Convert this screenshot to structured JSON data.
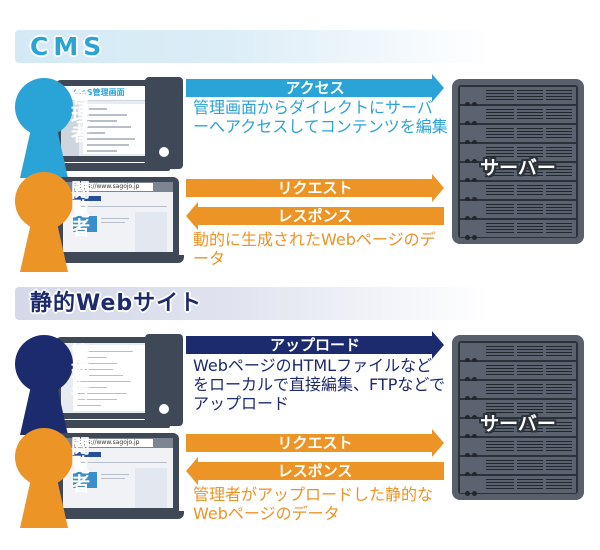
{
  "colors": {
    "cms_blue": "#2aa3d6",
    "navy": "#1c2a6e",
    "orange": "#ec9426",
    "server_gray": "#59606c",
    "device_gray": "#3f4856"
  },
  "sections": [
    {
      "title": "CMS",
      "admin": {
        "label": "管理者",
        "screen_title": "CMS管理画面",
        "arrow_label": "アクセス",
        "description": "管理画面からダイレクトにサーバーへアクセスしてコンテンツを編集"
      },
      "viewer": {
        "label": "閲覧者",
        "url": "https://www.sagojo.jp",
        "request_label": "リクエスト",
        "response_label": "レスポンス",
        "description": "動的に生成されたWebページのデータ"
      },
      "server_label": "サーバー"
    },
    {
      "title": "静的Webサイト",
      "admin": {
        "label": "管理者",
        "arrow_label": "アップロード",
        "description": "WebページのHTMLファイルなどをローカルで直接編集、FTPなどでアップロード"
      },
      "viewer": {
        "label": "閲覧者",
        "url": "https://www.sagojo.jp",
        "request_label": "リクエスト",
        "response_label": "レスポンス",
        "description": "管理者がアップロードした静的なWebページのデータ"
      },
      "server_label": "サーバー"
    }
  ]
}
